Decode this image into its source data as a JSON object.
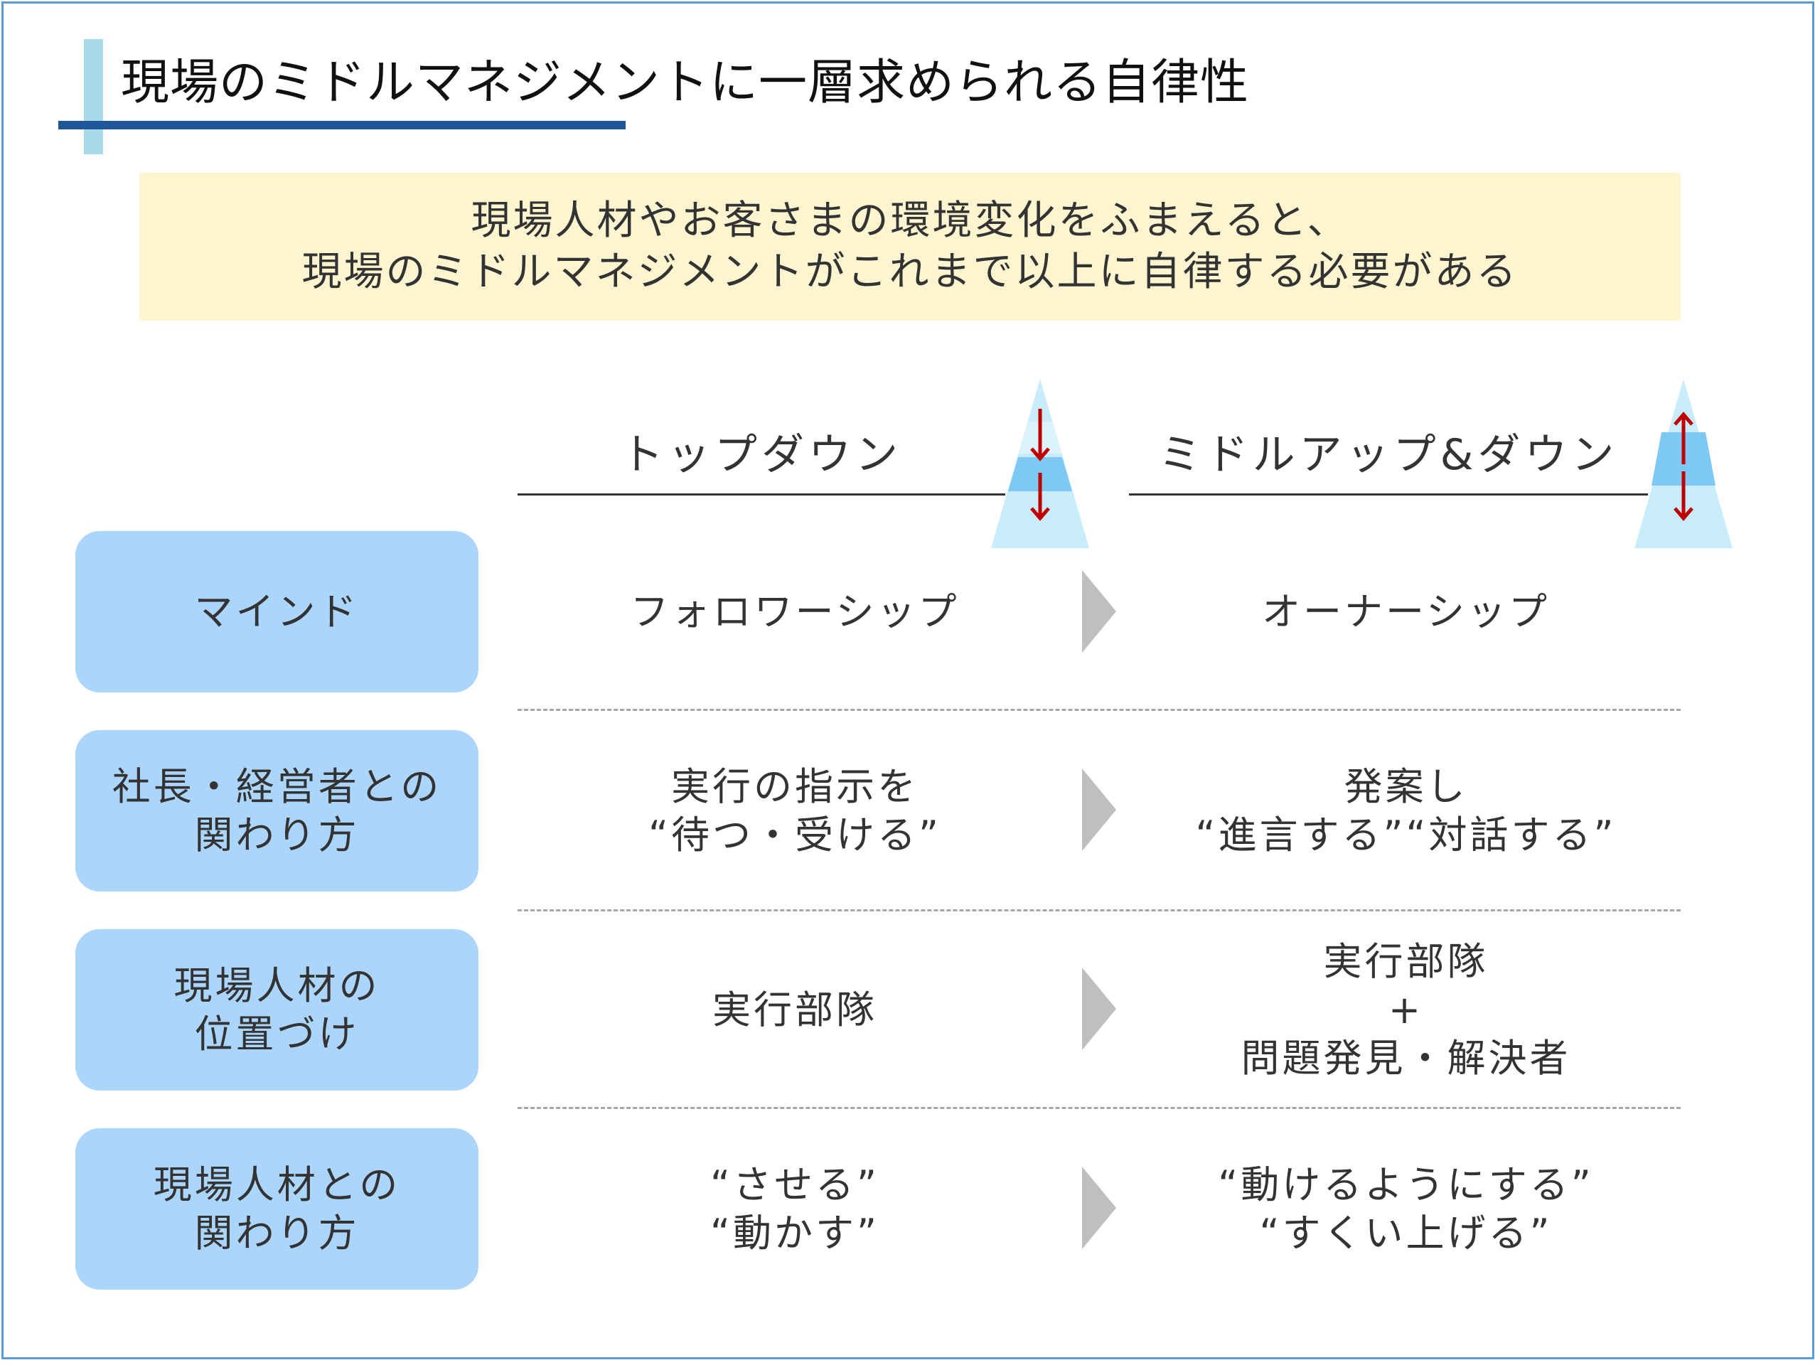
{
  "title": "現場のミドルマネジメントに一層求められる自律性",
  "summary": {
    "line1": "現場人材やお客さまの環境変化をふまえると、",
    "line2": "現場のミドルマネジメントがこれまで以上に自律する必要がある"
  },
  "columns": {
    "left": "トップダウン",
    "right": "ミドルアップ&ダウン"
  },
  "colors": {
    "title_bar_dark": "#1f5599",
    "title_bar_light": "#a8dbe8",
    "summary_bg": "#fdf4d0",
    "label_bg": "#acd5fb",
    "pyramid_light": "#c9ecfb",
    "pyramid_mid": "#7ec9f4",
    "pyramid_arrow": "#c00000",
    "chevron": "#bfbfbf"
  },
  "rows": [
    {
      "label": [
        "マインド"
      ],
      "left": [
        "フォロワーシップ"
      ],
      "right": [
        "オーナーシップ"
      ]
    },
    {
      "label": [
        "社長・経営者との",
        "関わり方"
      ],
      "left": [
        "実行の指示を",
        "“待つ・受ける”"
      ],
      "right": [
        "発案し",
        "“進言する”“対話する”"
      ]
    },
    {
      "label": [
        "現場人材の",
        "位置づけ"
      ],
      "left": [
        "実行部隊"
      ],
      "right": [
        "実行部隊",
        "+",
        "問題発見・解決者"
      ]
    },
    {
      "label": [
        "現場人材との",
        "関わり方"
      ],
      "left": [
        "“させる”",
        "“動かす”"
      ],
      "right": [
        "“動けるようにする”",
        "“すくい上げる”"
      ]
    }
  ]
}
